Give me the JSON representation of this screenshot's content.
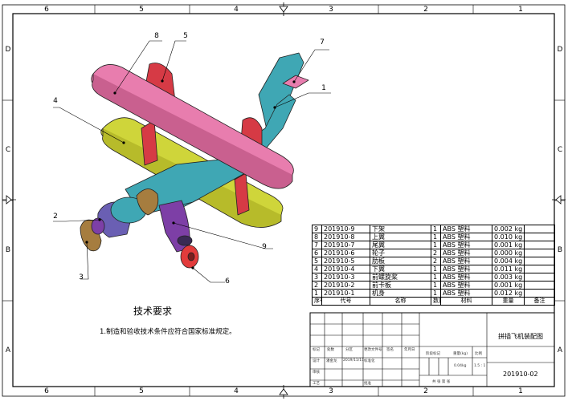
{
  "zones": {
    "top": [
      "6",
      "5",
      "4",
      "3",
      "2",
      "1"
    ],
    "bottom": [
      "6",
      "5",
      "4",
      "3",
      "2",
      "1"
    ],
    "left": [
      "D",
      "C",
      "B",
      "A"
    ],
    "right": [
      "D",
      "C",
      "B",
      "A"
    ]
  },
  "balloons": [
    "8",
    "5",
    "7",
    "1",
    "4",
    "2",
    "3",
    "9",
    "6"
  ],
  "bom": {
    "header": {
      "no": "序号",
      "code": "代号",
      "name": "名称",
      "qty": "数量",
      "material": "材料",
      "weight": "重量",
      "remark": "备注"
    },
    "rows": [
      {
        "no": "9",
        "code": "201910-9",
        "name": "下架",
        "qty": "1",
        "material": "ABS 塑料",
        "weight": "0.002 kg",
        "remark": ""
      },
      {
        "no": "8",
        "code": "201910-8",
        "name": "上翼",
        "qty": "1",
        "material": "ABS 塑料",
        "weight": "0.010 kg",
        "remark": ""
      },
      {
        "no": "7",
        "code": "201910-7",
        "name": "尾翼",
        "qty": "1",
        "material": "ABS 塑料",
        "weight": "0.001 kg",
        "remark": ""
      },
      {
        "no": "6",
        "code": "201910-6",
        "name": "轮子",
        "qty": "2",
        "material": "ABS 塑料",
        "weight": "0.000 kg",
        "remark": ""
      },
      {
        "no": "5",
        "code": "201910-5",
        "name": "肋板",
        "qty": "2",
        "material": "ABS 塑料",
        "weight": "0.004 kg",
        "remark": ""
      },
      {
        "no": "4",
        "code": "201910-4",
        "name": "下翼",
        "qty": "1",
        "material": "ABS 塑料",
        "weight": "0.011 kg",
        "remark": ""
      },
      {
        "no": "3",
        "code": "201910-3",
        "name": "前螺旋桨",
        "qty": "1",
        "material": "ABS 塑料",
        "weight": "0.003 kg",
        "remark": ""
      },
      {
        "no": "2",
        "code": "201910-2",
        "name": "前卡板",
        "qty": "1",
        "material": "ABS 塑料",
        "weight": "0.001 kg",
        "remark": ""
      },
      {
        "no": "1",
        "code": "201910-1",
        "name": "机身",
        "qty": "1",
        "material": "ABS 塑料",
        "weight": "0.012 kg",
        "remark": ""
      }
    ]
  },
  "tech": {
    "title": "技术要求",
    "item1": "1.制造和验收技术条件应符合国家标准规定。"
  },
  "title_block": {
    "drawing_name": "拼插飞机装配图",
    "drawing_no": "201910-02",
    "stage_label": "阶段标记",
    "weight_label": "重量(kg)",
    "scale_label": "比例",
    "weight_value": "0.04kg",
    "scale_value": "1.5 : 1",
    "row_labels": [
      "标记",
      "处数",
      "分区",
      "更改文件号",
      "签名",
      "年月日"
    ],
    "design_row": [
      "设计",
      "潘金龙",
      "2019/11/11",
      "标准化"
    ],
    "small_labels": [
      "审核",
      "工艺",
      "批准"
    ],
    "sheet_text": "共 张 第 张"
  },
  "colors": {
    "upper_wing": "#e87dae",
    "lower_wing": "#cfd53a",
    "fuselage": "#3fa7b4",
    "struts": "#d63a45",
    "landing_gear": "#7d3fa6",
    "propeller": "#a67d3f",
    "nose": "#6a5fb3",
    "wheel": "#e23b3b"
  }
}
